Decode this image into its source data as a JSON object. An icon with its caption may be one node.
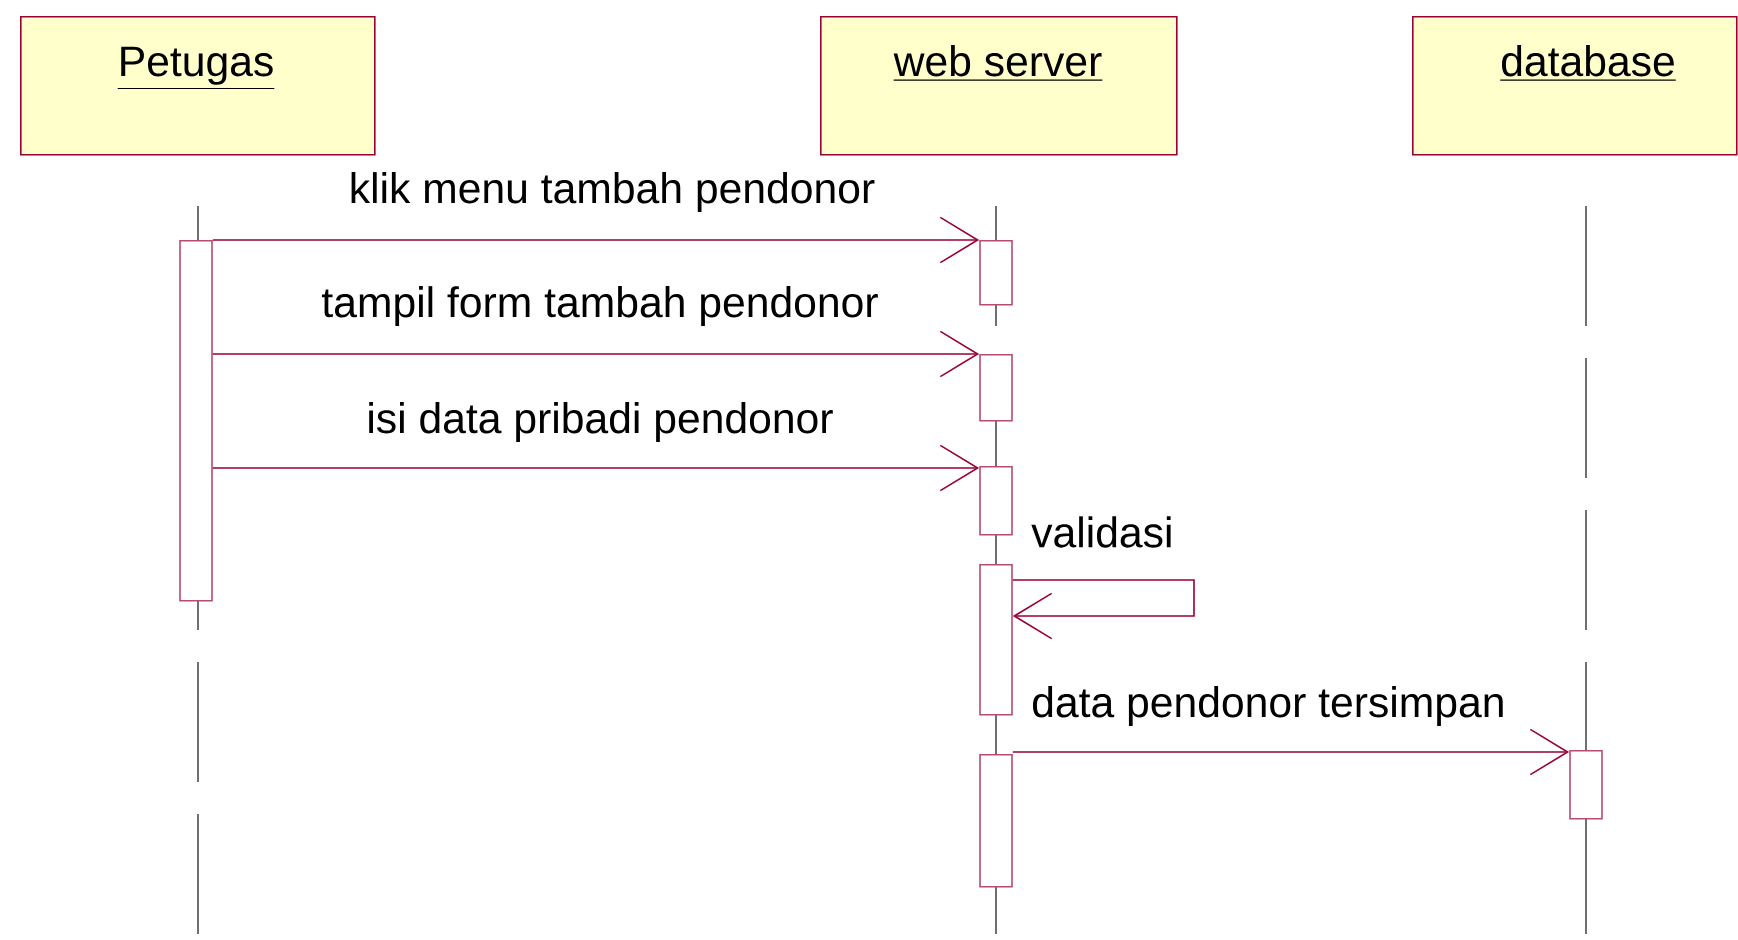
{
  "diagram": {
    "nodes": [
      {
        "text": [
          "Petugas"
        ]
      },
      {
        "text": [
          "web server"
        ]
      },
      {
        "text": [
          "database"
        ]
      },
      {
        "text": [],
        "shape": "bar"
      },
      {
        "text": [],
        "shape": "bar"
      },
      {
        "text": [],
        "shape": "bar"
      },
      {
        "text": [],
        "shape": "bar"
      },
      {
        "text": [],
        "shape": "bar"
      },
      {
        "text": [],
        "shape": "bar"
      },
      {
        "text": [],
        "shape": "bar"
      }
    ],
    "edges": [
      {
        "from": 3,
        "to": 4,
        "arrow": "to",
        "label": "klik menu tambah pendonor"
      },
      {
        "from": 3,
        "to": 5,
        "arrow": "to",
        "label": "tampil form tambah pendonor"
      },
      {
        "from": 3,
        "to": 6,
        "arrow": "to",
        "label": "isi data pribadi pendonor"
      },
      {
        "from": 7,
        "to": 7,
        "arrow": "to",
        "label": "validasi"
      },
      {
        "from": 8,
        "to": 9,
        "arrow": "to",
        "label": "data pendonor tersimpan"
      }
    ]
  }
}
